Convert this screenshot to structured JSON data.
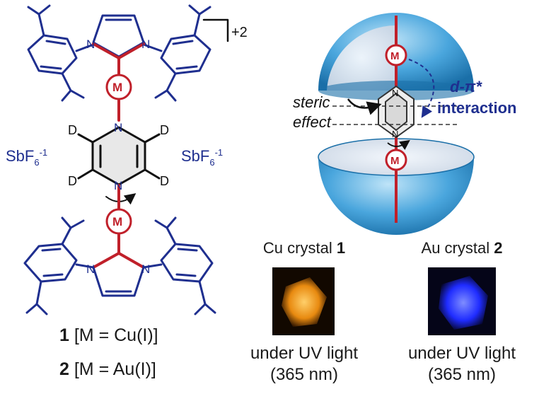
{
  "molecule": {
    "charge": "+2",
    "metal_label": "M",
    "counterion_left": "SbF6-1",
    "counterion_right": "SbF6-1",
    "counterion_base": "SbF",
    "counterion_sub": "6",
    "counterion_sup": "-1",
    "deuterium_label": "D",
    "nitrogen_label": "N"
  },
  "compounds": [
    {
      "number": "1",
      "formula": "[M = Cu(I)]"
    },
    {
      "number": "2",
      "formula": "[M = Au(I)]"
    }
  ],
  "schematic": {
    "steric_line1": "steric",
    "steric_line2": "effect",
    "dpi_line1": "d-π*",
    "dpi_line2": "interaction"
  },
  "crystals": [
    {
      "title_prefix": "Cu crystal",
      "number": "1",
      "caption_line1": "under UV light",
      "caption_line2": "(365 nm)",
      "glow_color": "#f5a21a"
    },
    {
      "title_prefix": "Au crystal",
      "number": "2",
      "caption_line1": "under UV light",
      "caption_line2": "(365 nm)",
      "glow_color": "#2233ff"
    }
  ],
  "colors": {
    "ligand": "#1f2f8f",
    "metal": "#c0202a",
    "sphere": "#2e8fd0",
    "text": "#1a1a1a"
  }
}
